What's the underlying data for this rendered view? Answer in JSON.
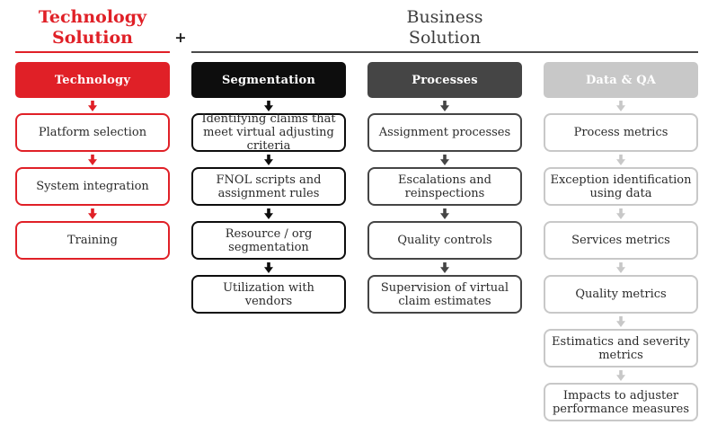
{
  "page": {
    "background": "#ffffff"
  },
  "titles": {
    "left": {
      "line1": "Technology",
      "line2": "Solution",
      "color": "#e02027"
    },
    "plus": "+",
    "right": {
      "line1": "Business",
      "line2": "Solution",
      "color": "#3d3d3d"
    }
  },
  "columns": [
    {
      "title": "Technology",
      "color": "#e02027",
      "header_text_color": "#ffffff",
      "items": [
        "Platform selection",
        "System integration",
        "Training"
      ]
    },
    {
      "title": "Segmentation",
      "color": "#0d0d0d",
      "header_text_color": "#ffffff",
      "items": [
        "Identifying claims that meet virtual adjusting criteria",
        "FNOL scripts and assignment rules",
        "Resource / org segmentation",
        "Utilization with vendors"
      ]
    },
    {
      "title": "Processes",
      "color": "#454545",
      "header_text_color": "#ffffff",
      "items": [
        "Assignment processes",
        "Escalations and reinspections",
        "Quality controls",
        "Supervision of virtual claim estimates"
      ]
    },
    {
      "title": "Data & QA",
      "color": "#c8c8c8",
      "header_text_color": "#fbfbfb",
      "items": [
        "Process metrics",
        "Exception identification using data",
        "Services metrics",
        "Quality metrics",
        "Estimatics and severity metrics",
        "Impacts to adjuster performance measures"
      ]
    }
  ]
}
